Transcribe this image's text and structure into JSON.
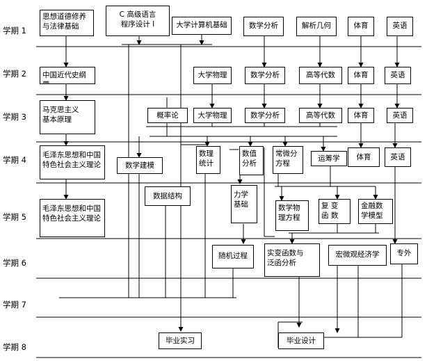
{
  "semesters": [
    "学期 1",
    "学期 2",
    "学期 3",
    "学期 4",
    "学期 5",
    "学期 6",
    "学期 7",
    "学期 8"
  ],
  "courses": {
    "sxdd": "思想道德修养\n与法律基础",
    "cyuyan": "C 高级语言\n程序设计 I",
    "jsjjc": "大学计算机基础",
    "sxfx1": "数学分析",
    "jxjh": "解析几何",
    "ty1": "体育",
    "yy1": "英语",
    "zgjd": "中国近代史纲要",
    "dxwl2": "大学物理",
    "sxfx2": "数学分析",
    "gdds2": "高等代数",
    "ty2": "体育",
    "yy2": "英语",
    "mks": "马克思主义\n基本原理",
    "gll": "概率论",
    "dxwl3": "大学物理",
    "sxfx3": "数学分析",
    "gdds3": "高等代数",
    "ty3": "体育",
    "yy3": "英语",
    "mzd4": "毛泽东思想和中国\n特色社会主义理论",
    "sxjm": "数学建模",
    "sltj": "数理\n统计",
    "szfx": "数值\n分析",
    "cwffc": "常微分\n方程",
    "ycx": "运筹学",
    "ty4": "体育",
    "yy4": "英语",
    "mzd5": "毛泽东思想和中国\n特色社会主义理论",
    "sjjg": "数据结构",
    "lxjc": "力学\n基础",
    "sxwl": "数学物\n理方程",
    "fbhs": "复 变\n函 数",
    "jrsx": "金融数\n学模型",
    "sjgc": "随机过程",
    "sbhs": "实变函数与\n泛函分析",
    "hgjj": "宏微观经济学",
    "zy": "专外",
    "bysx": "毕业实习",
    "bysj": "毕业设计"
  }
}
